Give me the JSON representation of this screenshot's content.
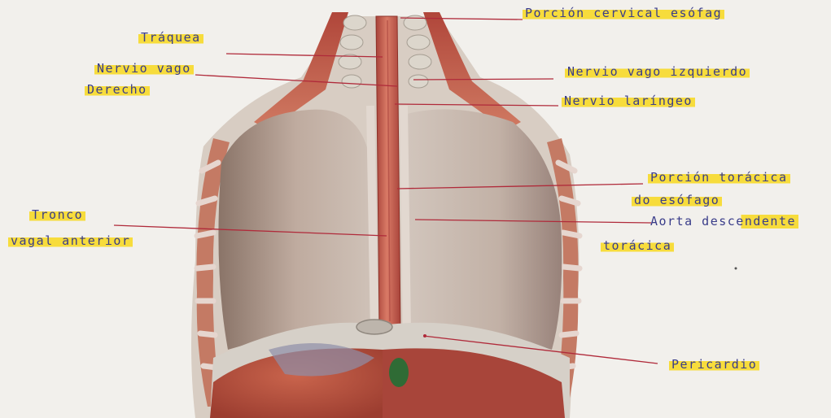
{
  "labels": {
    "porcion_cervical": "Porción cervical esófag",
    "traquea": "Tráquea",
    "nervio_vago_derecho_1": "Nervio vago",
    "nervio_vago_derecho_2": "Derecho",
    "nervio_vago_izquierdo": "Nervio vago izquierdo",
    "nervio_laringeo": "Nervio laríngeo",
    "porcion_toracica_1": "Porción torácica",
    "porcion_toracica_2": "do esófago",
    "aorta_1": "Aorta descendente",
    "aorta_2": "torácica",
    "tronco_vagal_1": "Tronco",
    "tronco_vagal_2": "vagal anterior",
    "pericardio": "Pericardio"
  },
  "colors": {
    "highlighter": "#f7dc3c",
    "ink": "#3a3d8a",
    "leader_line": "#b02a3a",
    "paper": "#f2f0ec"
  }
}
